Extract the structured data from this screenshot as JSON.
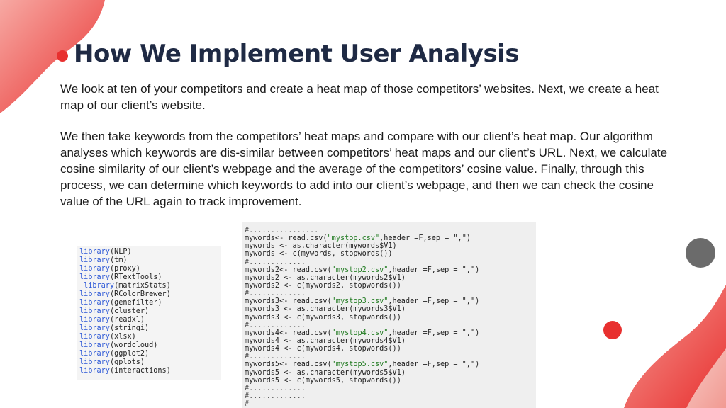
{
  "slide": {
    "title": "How We Implement User Analysis",
    "paragraphs": [
      "We look at ten of your competitors and create a heat map of those competitors’ websites. Next, we create a heat map of our client’s website.",
      "We then take keywords from the competitors’ heat maps and compare with our client’s heat map. Our algorithm analyses which keywords are dis-similar between competitors’ heat maps and our client’s URL. Next, we calculate cosine similarity of our client’s webpage and the average of the competitors’ cosine value. Finally, through this process, we can determine which keywords to add into our client’s webpage, and then we can check the cosine value of the URL again to track improvement."
    ]
  },
  "code_left": {
    "lines": [
      {
        "fn": "library",
        "arg": "NLP"
      },
      {
        "fn": "library",
        "arg": "tm"
      },
      {
        "fn": "library",
        "arg": "proxy"
      },
      {
        "fn": "library",
        "arg": "RTextTools"
      },
      {
        "fn": " library",
        "arg": "matrixStats"
      },
      {
        "fn": "library",
        "arg": "RColorBrewer"
      },
      {
        "fn": "library",
        "arg": "genefilter"
      },
      {
        "fn": "library",
        "arg": "cluster"
      },
      {
        "fn": "library",
        "arg": "readxl"
      },
      {
        "fn": "library",
        "arg": "stringi"
      },
      {
        "fn": "library",
        "arg": "xlsx"
      },
      {
        "fn": "library",
        "arg": "wordcloud"
      },
      {
        "fn": "library",
        "arg": "ggplot2"
      },
      {
        "fn": "library",
        "arg": "gplots"
      },
      {
        "fn": "library",
        "arg": "interactions"
      }
    ]
  },
  "code_right": {
    "blocks": [
      {
        "comment": "#................",
        "var": "mywords",
        "file": "\"mystop.csv\"",
        "chr": "mywords$V1"
      },
      {
        "comment": "#.............",
        "var": "mywords2",
        "file": "\"mystop2.csv\"",
        "chr": "mywords2$V1"
      },
      {
        "comment": "#.............",
        "var": "mywords3",
        "file": "\"mystop3.csv\"",
        "chr": "mywords3$V1"
      },
      {
        "comment": "#.............",
        "var": "mywords4",
        "file": "\"mystop4.csv\"",
        "chr": "mywords4$V1"
      },
      {
        "comment": "#.............",
        "var": "mywords5",
        "file": "\"mystop5.csv\"",
        "chr": "mywords5$V1"
      }
    ],
    "trailing_comments": [
      "#.............",
      "#.............",
      "#"
    ],
    "read_fn": "read.csv",
    "header_arg": ",header =F,sep = \",\")",
    "as_char_fn": "as.character",
    "combine_fn": "c",
    "stopwords_fn": "stopwords()"
  },
  "colors": {
    "accent_red": "#e8302f",
    "title_navy": "#1f2a44",
    "deco_gray": "#6b6b6b"
  }
}
